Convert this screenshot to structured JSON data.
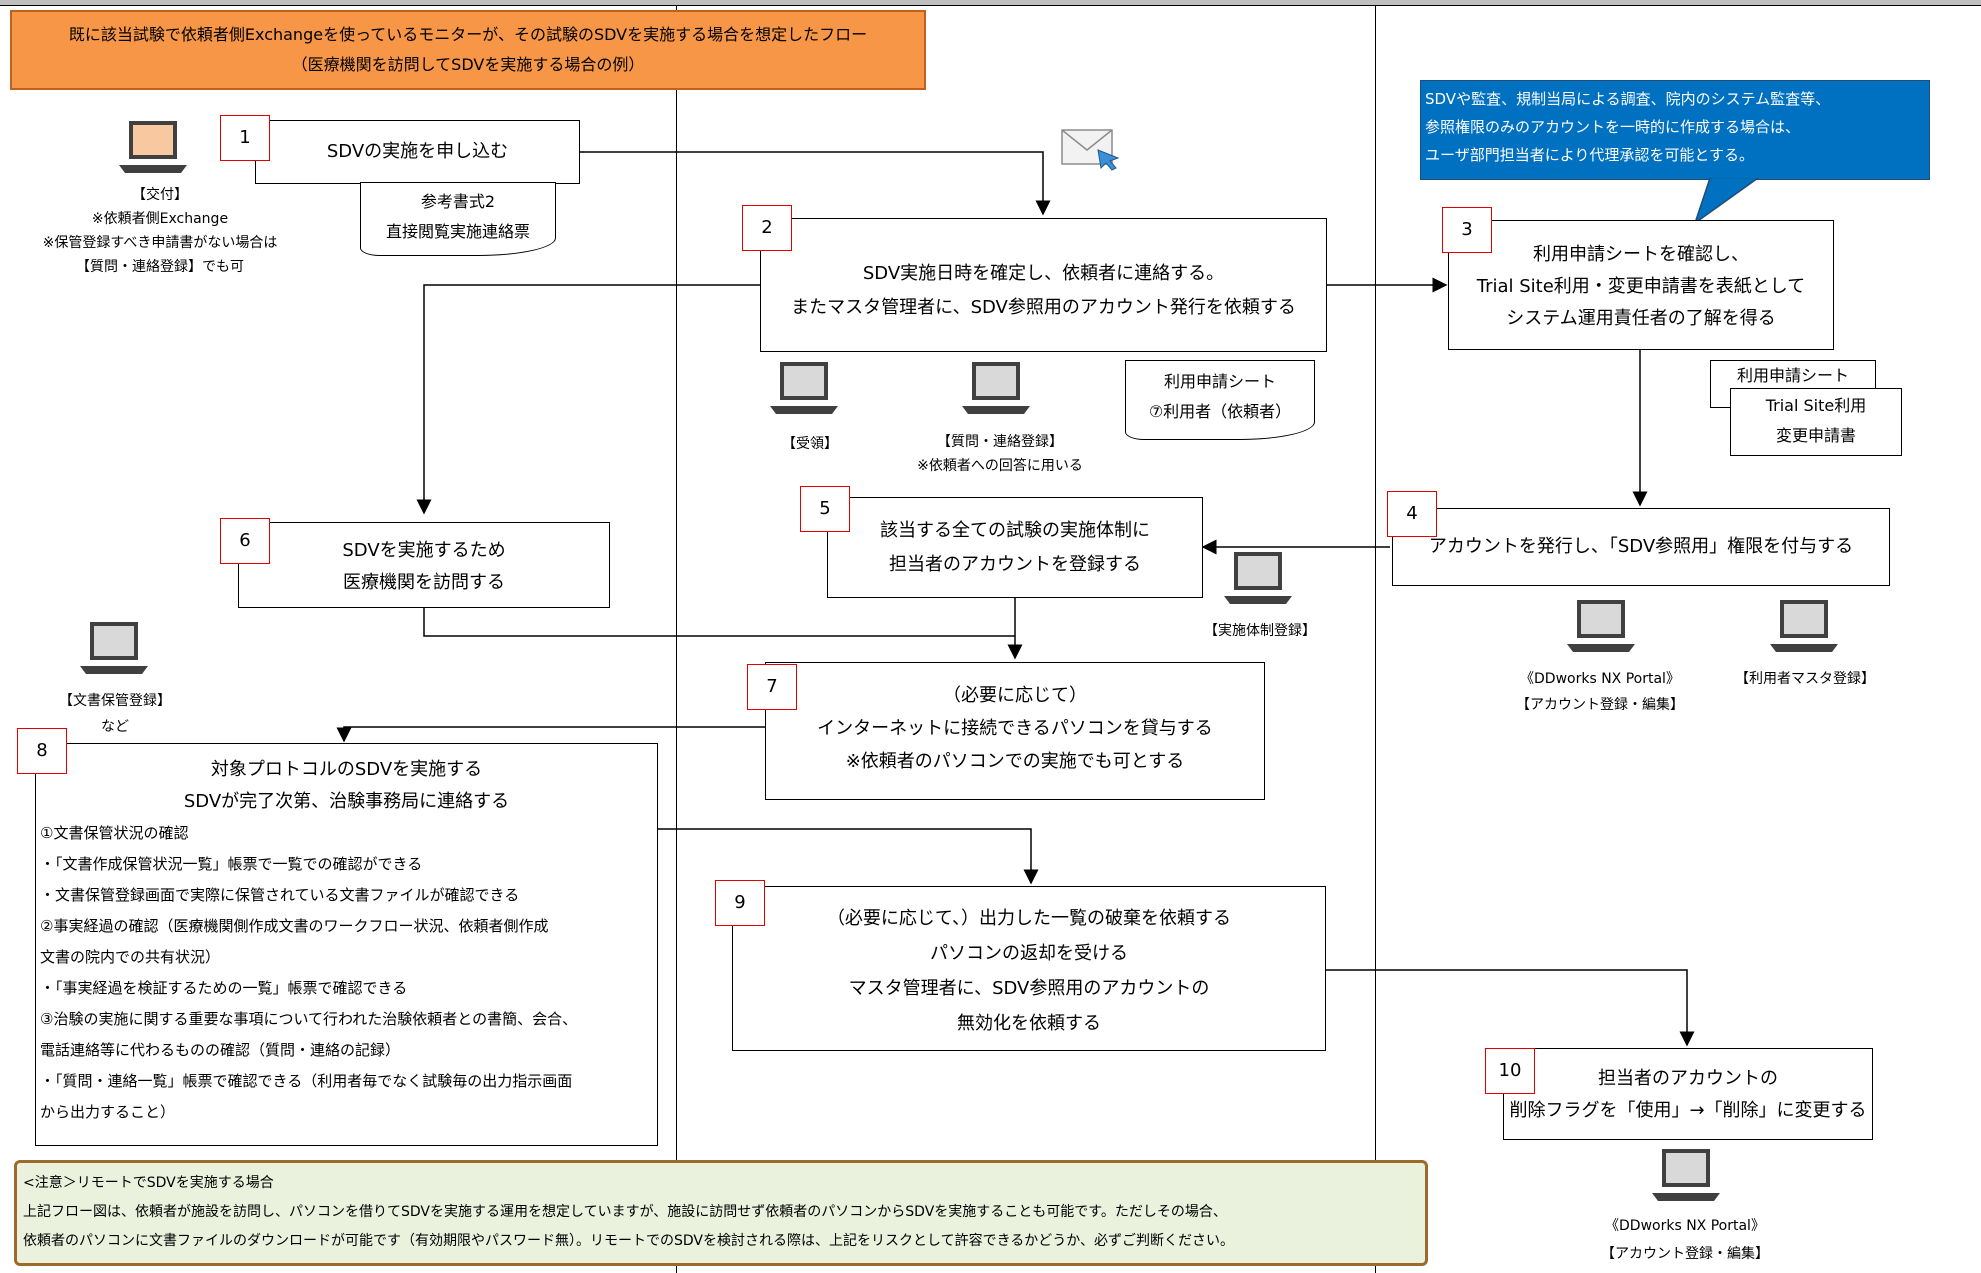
{
  "header": {
    "line1": "既に該当試験で依頼者側Exchangeを使っているモニターが、その試験のSDVを実施する場合を想定したフロー",
    "line2": "（医療機関を訪問してSDVを実施する場合の例）"
  },
  "callout": {
    "line1": "SDVや監査、規制当局による調査、院内のシステム監査等、",
    "line2": "参照権限のみのアカウントを一時的に作成する場合は、",
    "line3": "ユーザ部門担当者により代理承認を可能とする。"
  },
  "steps": {
    "s1": {
      "num": "1",
      "line1": "SDVの実施を申し込む"
    },
    "s2": {
      "num": "2",
      "line1": "SDV実施日時を確定し、依頼者に連絡する。",
      "line2": "またマスタ管理者に、SDV参照用のアカウント発行を依頼する"
    },
    "s3": {
      "num": "3",
      "line1": "利用申請シートを確認し、",
      "line2": "Trial Site利用・変更申請書を表紙として",
      "line3": "システム運用責任者の了解を得る"
    },
    "s4": {
      "num": "4",
      "line1": "アカウントを発行し、「SDV参照用」権限を付与する"
    },
    "s5": {
      "num": "5",
      "line1": "該当する全ての試験の実施体制に",
      "line2": "担当者のアカウントを登録する"
    },
    "s6": {
      "num": "6",
      "line1": "SDVを実施するため",
      "line2": "医療機関を訪問する"
    },
    "s7": {
      "num": "7",
      "line1": "（必要に応じて）",
      "line2": "インターネットに接続できるパソコンを貸与する",
      "line3": "※依頼者のパソコンでの実施でも可とする"
    },
    "s8": {
      "num": "8",
      "line1": "対象プロトコルのSDVを実施する",
      "line2": "SDVが完了次第、治験事務局に連絡する",
      "items": [
        "①文書保管状況の確認",
        "・「文書作成保管状況一覧」帳票で一覧での確認ができる",
        "・文書保管登録画面で実際に保管されている文書ファイルが確認できる",
        "②事実経過の確認（医療機関側作成文書のワークフロー状況、依頼者側作成",
        "文書の院内での共有状況）",
        "・「事実経過を検証するための一覧」帳票で確認できる",
        "③治験の実施に関する重要な事項について行われた治験依頼者との書簡、会合、",
        "電話連絡等に代わるものの確認（質問・連絡の記録）",
        "・「質問・連絡一覧」帳票で確認できる（利用者毎でなく試験毎の出力指示画面",
        "から出力すること）"
      ]
    },
    "s9": {
      "num": "9",
      "line1": "（必要に応じて、）出力した一覧の破棄を依頼する",
      "line2": "パソコンの返却を受ける",
      "line3": "マスタ管理者に、SDV参照用のアカウントの",
      "line4": "無効化を依頼する"
    },
    "s10": {
      "num": "10",
      "line1": "担当者のアカウントの",
      "line2": "削除フラグを「使用」→「削除」に変更する"
    }
  },
  "docs": {
    "d1": {
      "line1": "参考書式2",
      "line2": "直接閲覧実施連絡票"
    },
    "d2": {
      "line1": "利用申請シート",
      "line2": "⑦利用者（依頼者）"
    },
    "d3a": {
      "line1": "利用申請シート"
    },
    "d3b": {
      "line1": "Trial Site利用",
      "line2": "変更申請書"
    }
  },
  "labels": {
    "lap1": {
      "line1": "【交付】",
      "line2": "※依頼者側Exchange",
      "line3": "※保管登録すべき申請書がない場合は",
      "line4": "【質問・連絡登録】でも可"
    },
    "lap2": {
      "line1": "【受領】"
    },
    "lap3": {
      "line1": "【質問・連絡登録】",
      "line2": "※依頼者への回答に用いる"
    },
    "lap4": {
      "line1": "【実施体制登録】"
    },
    "lap5": {
      "line1": "《DDworks NX Portal》",
      "line2": "【アカウント登録・編集】"
    },
    "lap6": {
      "line1": "【利用者マスタ登録】"
    },
    "lap7": {
      "line1": "【文書保管登録】",
      "line2": "など"
    },
    "lap8": {
      "line1": "《DDworks NX Portal》",
      "line2": "【アカウント登録・編集】"
    }
  },
  "note": {
    "title": "<注意＞リモートでSDVを実施する場合",
    "line1": "上記フロー図は、依頼者が施設を訪問し、パソコンを借りてSDVを実施する運用を想定していますが、施設に訪問せず依頼者のパソコンからSDVを実施することも可能です。ただしその場合、",
    "line2": "依頼者のパソコンに文書ファイルのダウンロードが可能です（有効期限やパスワード無）。リモートでのSDVを検討される際は、上記をリスクとして許容できるかどうか、必ずご判断ください。"
  },
  "colors": {
    "header_fill": "#f79646",
    "callout_fill": "#0070c0",
    "note_fill": "#eaf1dd",
    "number_border": "#e00000"
  }
}
